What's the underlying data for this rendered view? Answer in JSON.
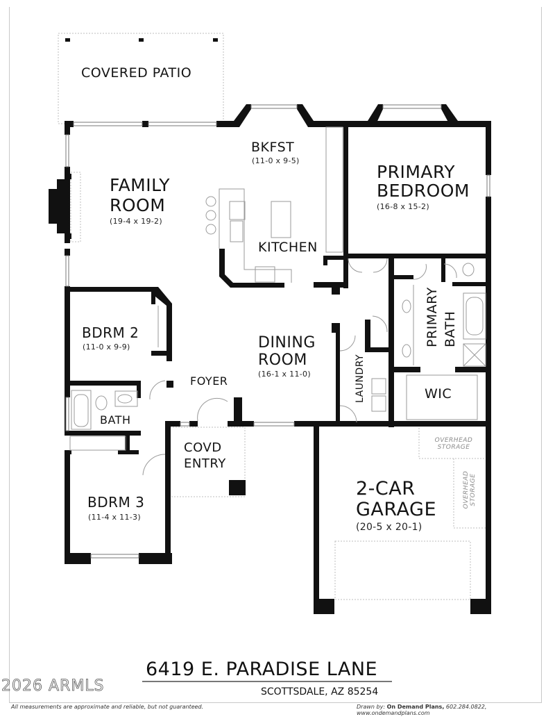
{
  "plan": {
    "address": "6419 E. PARADISE LANE",
    "city": "SCOTTSDALE, AZ 85254",
    "watermark": "2026 ARMLS",
    "disclaimer": "All measurements are approximate and reliable, but not guaranteed.",
    "credit_prefix": "Drawn by:",
    "credit_company": "On Demand Plans,",
    "credit_contact": "602.284.0822, www.ondemandplans.com"
  },
  "rooms": {
    "covered_patio": {
      "name": "COVERED PATIO"
    },
    "family_room": {
      "name_line1": "FAMILY",
      "name_line2": "ROOM",
      "dims": "(19-4 x 19-2)"
    },
    "bkfst": {
      "name": "BKFST",
      "dims": "(11-0 x 9-5)"
    },
    "kitchen": {
      "name": "KITCHEN"
    },
    "primary_bedroom": {
      "name_line1": "PRIMARY",
      "name_line2": "BEDROOM",
      "dims": "(16-8 x 15-2)"
    },
    "primary_bath": {
      "name_line1": "PRIMARY",
      "name_line2": "BATH"
    },
    "wic": {
      "name": "WIC"
    },
    "laundry": {
      "name": "LAUNDRY"
    },
    "dining_room": {
      "name_line1": "DINING",
      "name_line2": "ROOM",
      "dims": "(16-1 x 11-0)"
    },
    "foyer": {
      "name": "FOYER"
    },
    "bdrm2": {
      "name": "BDRM 2",
      "dims": "(11-0 x 9-9)"
    },
    "bath": {
      "name": "BATH"
    },
    "covd_entry": {
      "name_line1": "COVD",
      "name_line2": "ENTRY"
    },
    "bdrm3": {
      "name": "BDRM 3",
      "dims": "(11-4 x 11-3)"
    },
    "garage": {
      "name_line1": "2-CAR",
      "name_line2": "GARAGE",
      "dims": "(20-5 x 20-1)"
    },
    "overhead_storage_1": {
      "line1": "OVERHEAD",
      "line2": "STORAGE"
    },
    "overhead_storage_2": {
      "line1": "OVERHEAD",
      "line2": "STORAGE"
    }
  }
}
